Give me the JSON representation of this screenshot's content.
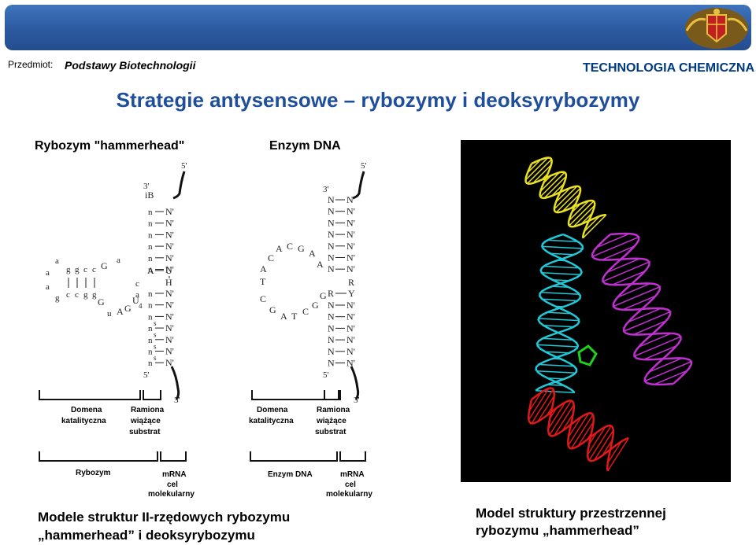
{
  "header": {
    "przedmiot_label": "Przedmiot:",
    "subject": "Podstawy Biotechnologii",
    "faculty": "TECHNOLOGIA CHEMICZNA"
  },
  "title": "Strategie antysensowe – rybozymy i deoksyrybozymy",
  "diagram": {
    "ribozyme": {
      "heading": "Rybozym \"hammerhead\"",
      "end5": "5'",
      "end3": "3'",
      "ib": "iB",
      "stem_n": [
        "n",
        "n",
        "n",
        "n",
        "n",
        "n"
      ],
      "stem_np": [
        "N'",
        "N'",
        "N'",
        "N'",
        "N'",
        "N'"
      ],
      "au": [
        "A",
        "U"
      ],
      "h": "H",
      "stem2_n": [
        "n",
        "n",
        "n",
        "n",
        "n",
        "n",
        "n"
      ],
      "stem2_np": [
        "N'",
        "N'",
        "N'",
        "N'",
        "N'",
        "N'",
        "N'"
      ],
      "sub_s": [
        "s",
        "s",
        "s",
        "s"
      ],
      "lower_5": "5'",
      "lower_3": "3'",
      "loop_top": [
        "g",
        "g",
        "c",
        "c"
      ],
      "loop_bottom": [
        "c",
        "c",
        "g",
        "g"
      ],
      "loop_a1": "a",
      "loop_a2": "a",
      "loop_a3": "a",
      "loop_g": "g",
      "loop_G1": "G",
      "loop_a4": "a",
      "loop_c": "c",
      "loop_a5": "a",
      "bottom_G": "G",
      "bottom_u": "u",
      "bottom_A": "A",
      "bottom_G2": "G",
      "bottom_U": "U",
      "bottom_4": "4",
      "label_catalytic": [
        "Domena",
        "katalityczna"
      ],
      "label_binding": [
        "Ramiona",
        "wiążące",
        "substrat"
      ],
      "label_ribozyme": "Rybozym",
      "label_mrna": [
        "mRNA",
        "cel",
        "molekularny"
      ]
    },
    "dnazyme": {
      "heading": "Enzym DNA",
      "end5": "5'",
      "end3": "3'",
      "stem_n": [
        "N",
        "N",
        "N",
        "N",
        "N",
        "N",
        "N"
      ],
      "stem_np": [
        "N'",
        "N'",
        "N'",
        "N'",
        "N'",
        "N'",
        "N'"
      ],
      "r": "R",
      "ry": [
        "R",
        "Y"
      ],
      "stem2_n": [
        "N",
        "N",
        "N",
        "N",
        "N",
        "N"
      ],
      "stem2_np": [
        "N'",
        "N'",
        "N'",
        "N'",
        "N'",
        "N'"
      ],
      "lower_5": "5'",
      "lower_3": "3'",
      "loop": [
        "A",
        "C",
        "A",
        "C",
        "G",
        "A",
        "A",
        "T",
        "C",
        "G",
        "A",
        "T",
        "C",
        "G",
        "G"
      ],
      "label_catalytic": [
        "Domena",
        "katalityczna"
      ],
      "label_binding": [
        "Ramiona",
        "wiążące",
        "substrat"
      ],
      "label_enzyme": "Enzym DNA",
      "label_mrna": [
        "mRNA",
        "cel",
        "molekularny"
      ]
    }
  },
  "captions": {
    "left": [
      "Modele struktur II-rzędowych rybozymu",
      "„hammerhead” i deoksyrybozymu"
    ],
    "right": [
      "Model struktury przestrzennej",
      "rybozymu „hammerhead”"
    ]
  },
  "model_colors": {
    "background": "#000000",
    "helix_top": "#e8e020",
    "helix_cyan": "#20c8d8",
    "helix_magenta": "#c030d0",
    "helix_red": "#e01818",
    "core_green": "#20d020"
  }
}
